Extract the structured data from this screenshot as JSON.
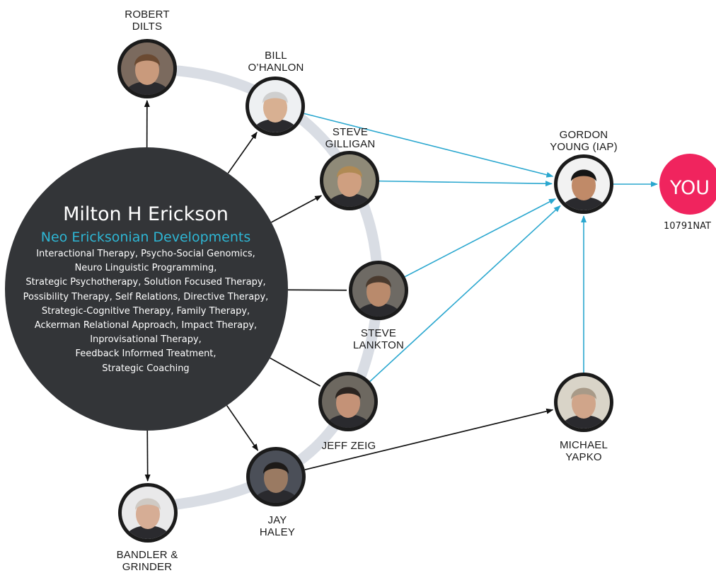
{
  "colors": {
    "ring": "#d9dde4",
    "hub": "#333538",
    "accent": "#2eb6d4",
    "you": "#f0245e",
    "arrow_dark": "#111111",
    "arrow_blue": "#2aa7cf"
  },
  "hub": {
    "title": "Milton H Erickson",
    "subtitle": "Neo Ericksonian Developments",
    "lines": [
      "Interactional Therapy, Psycho-Social Genomics,",
      "Neuro Linguistic Programming,",
      "Strategic Psychotherapy, Solution Focused Therapy,",
      "Possibility Therapy, Self Relations, Directive Therapy,",
      "Strategic-Cognitive Therapy, Family Therapy,",
      "Ackerman Relational Approach, Impact Therapy,",
      "Inprovisational Therapy,",
      "Feedback Informed Treatment,",
      "Strategic Coaching"
    ]
  },
  "nodes": {
    "dilts": {
      "name": [
        "ROBERT",
        "DILTS"
      ]
    },
    "ohanlon": {
      "name": [
        "BILL",
        "O’HANLON"
      ]
    },
    "gilligan": {
      "name": [
        "STEVE",
        "GILLIGAN"
      ]
    },
    "lankton": {
      "name": [
        "STEVE",
        "LANKTON"
      ]
    },
    "zeig": {
      "name": [
        "JEFF ZEIG"
      ]
    },
    "haley": {
      "name": [
        "JAY",
        "HALEY"
      ]
    },
    "bandler": {
      "name": [
        "BANDLER &",
        "GRINDER"
      ]
    },
    "young": {
      "name": [
        "GORDON",
        "YOUNG (IAP)"
      ]
    },
    "yapko": {
      "name": [
        "MICHAEL",
        "YAPKO"
      ]
    }
  },
  "you": {
    "label": "YOU",
    "code": "10791NAT"
  },
  "edges": [
    {
      "from": "hub",
      "to": "dilts",
      "style": "dark"
    },
    {
      "from": "hub",
      "to": "ohanlon",
      "style": "dark"
    },
    {
      "from": "hub",
      "to": "gilligan",
      "style": "dark"
    },
    {
      "from": "hub",
      "to": "lankton",
      "style": "dark-line"
    },
    {
      "from": "hub",
      "to": "zeig",
      "style": "dark-line"
    },
    {
      "from": "hub",
      "to": "haley",
      "style": "dark"
    },
    {
      "from": "hub",
      "to": "bandler",
      "style": "dark"
    },
    {
      "from": "ohanlon",
      "to": "young",
      "style": "blue"
    },
    {
      "from": "gilligan",
      "to": "young",
      "style": "blue"
    },
    {
      "from": "lankton",
      "to": "young",
      "style": "blue"
    },
    {
      "from": "zeig",
      "to": "young",
      "style": "blue"
    },
    {
      "from": "yapko",
      "to": "young",
      "style": "blue"
    },
    {
      "from": "young",
      "to": "you",
      "style": "blue"
    },
    {
      "from": "haley",
      "to": "yapko",
      "style": "dark"
    }
  ]
}
